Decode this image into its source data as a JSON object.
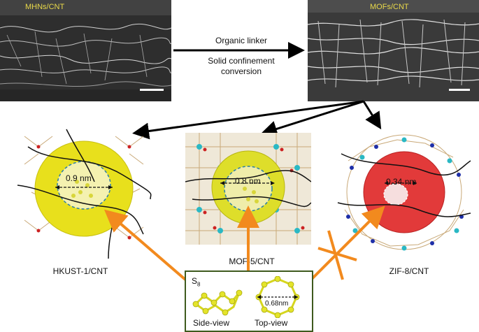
{
  "sem_images": {
    "left_label": "MHNs/CNT",
    "right_label": "MOFs/CNT"
  },
  "process": {
    "line1": "Organic linker",
    "line2": "Solid confinement",
    "line3": "conversion"
  },
  "structures": [
    {
      "caption": "HKUST-1/CNT",
      "pore": "0.9 nm",
      "sphere_color": "#e8e01c"
    },
    {
      "caption": "MOF-5/CNT",
      "pore": "0.8 nm",
      "sphere_color": "#dede2a"
    },
    {
      "caption": "ZIF-8/CNT",
      "pore": "0.34 nm",
      "sphere_color": "#e23a3a"
    }
  ],
  "inset": {
    "molecule": "S",
    "molecule_sub": "8",
    "size": "0.68nm",
    "side_label": "Side-view",
    "top_label": "Top-view"
  },
  "colors": {
    "arrow_orange": "#f28a1e",
    "inset_border": "#3e5a1e"
  }
}
